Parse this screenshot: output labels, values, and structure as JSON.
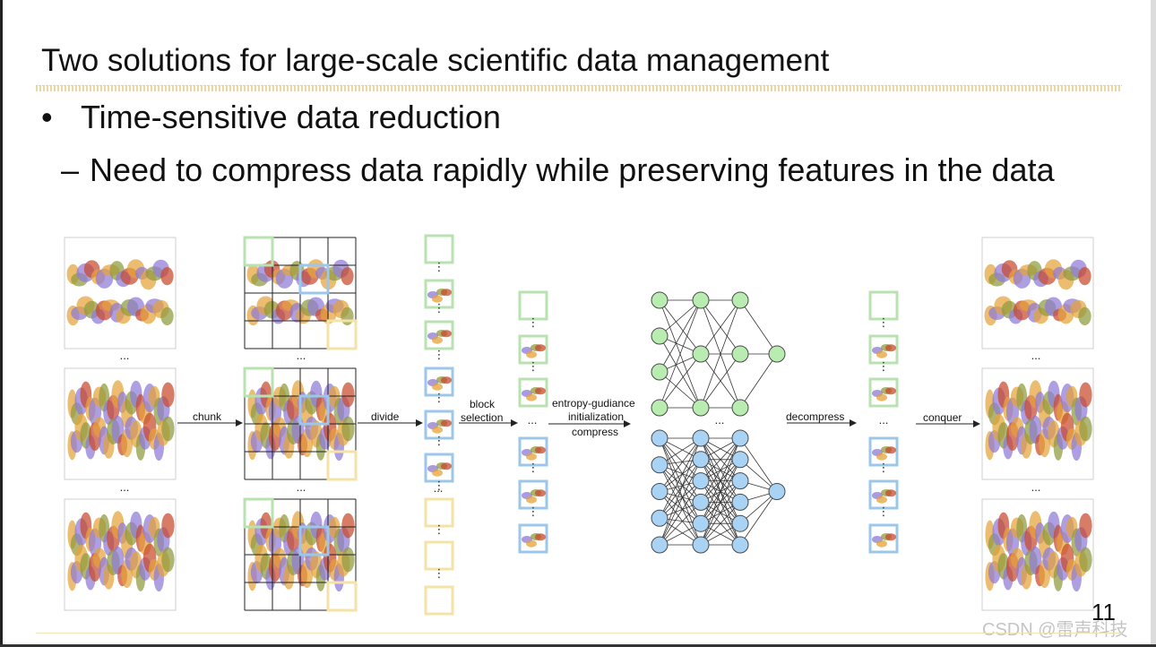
{
  "slide": {
    "title": "Two solutions for large-scale scientific data management",
    "bullet_marker": "•",
    "bullet": "Time-sensitive data reduction",
    "sub_marker": "–",
    "sub_bullet": "Need to compress data rapidly while preserving features in the data",
    "page_number": "11",
    "watermark": "CSDN @雷声科技"
  },
  "diagram": {
    "labels": {
      "chunk": "chunk",
      "divide": "divide",
      "block_selection_1": "block",
      "block_selection_2": "selection",
      "entropy_1": "entropy-gudiance",
      "entropy_2": "initialization",
      "entropy_3": "compress",
      "decompress": "decompress",
      "conquer": "conquer",
      "ellipsis": "...",
      "vdots": "⋮"
    },
    "colors": {
      "green_box": "#b8e3b0",
      "blue_box": "#9cc7ea",
      "yellow_box": "#f5e2a6",
      "green_node": "#b9ecb0",
      "blue_node": "#a9d3f5",
      "purple": "#8e7ad6",
      "orange": "#e5a23a",
      "olive": "#8f9a3d",
      "red": "#c8492c"
    },
    "network": {
      "green_layers": [
        4,
        3,
        3,
        1
      ],
      "blue_layers": [
        5,
        6,
        6,
        1
      ]
    }
  }
}
